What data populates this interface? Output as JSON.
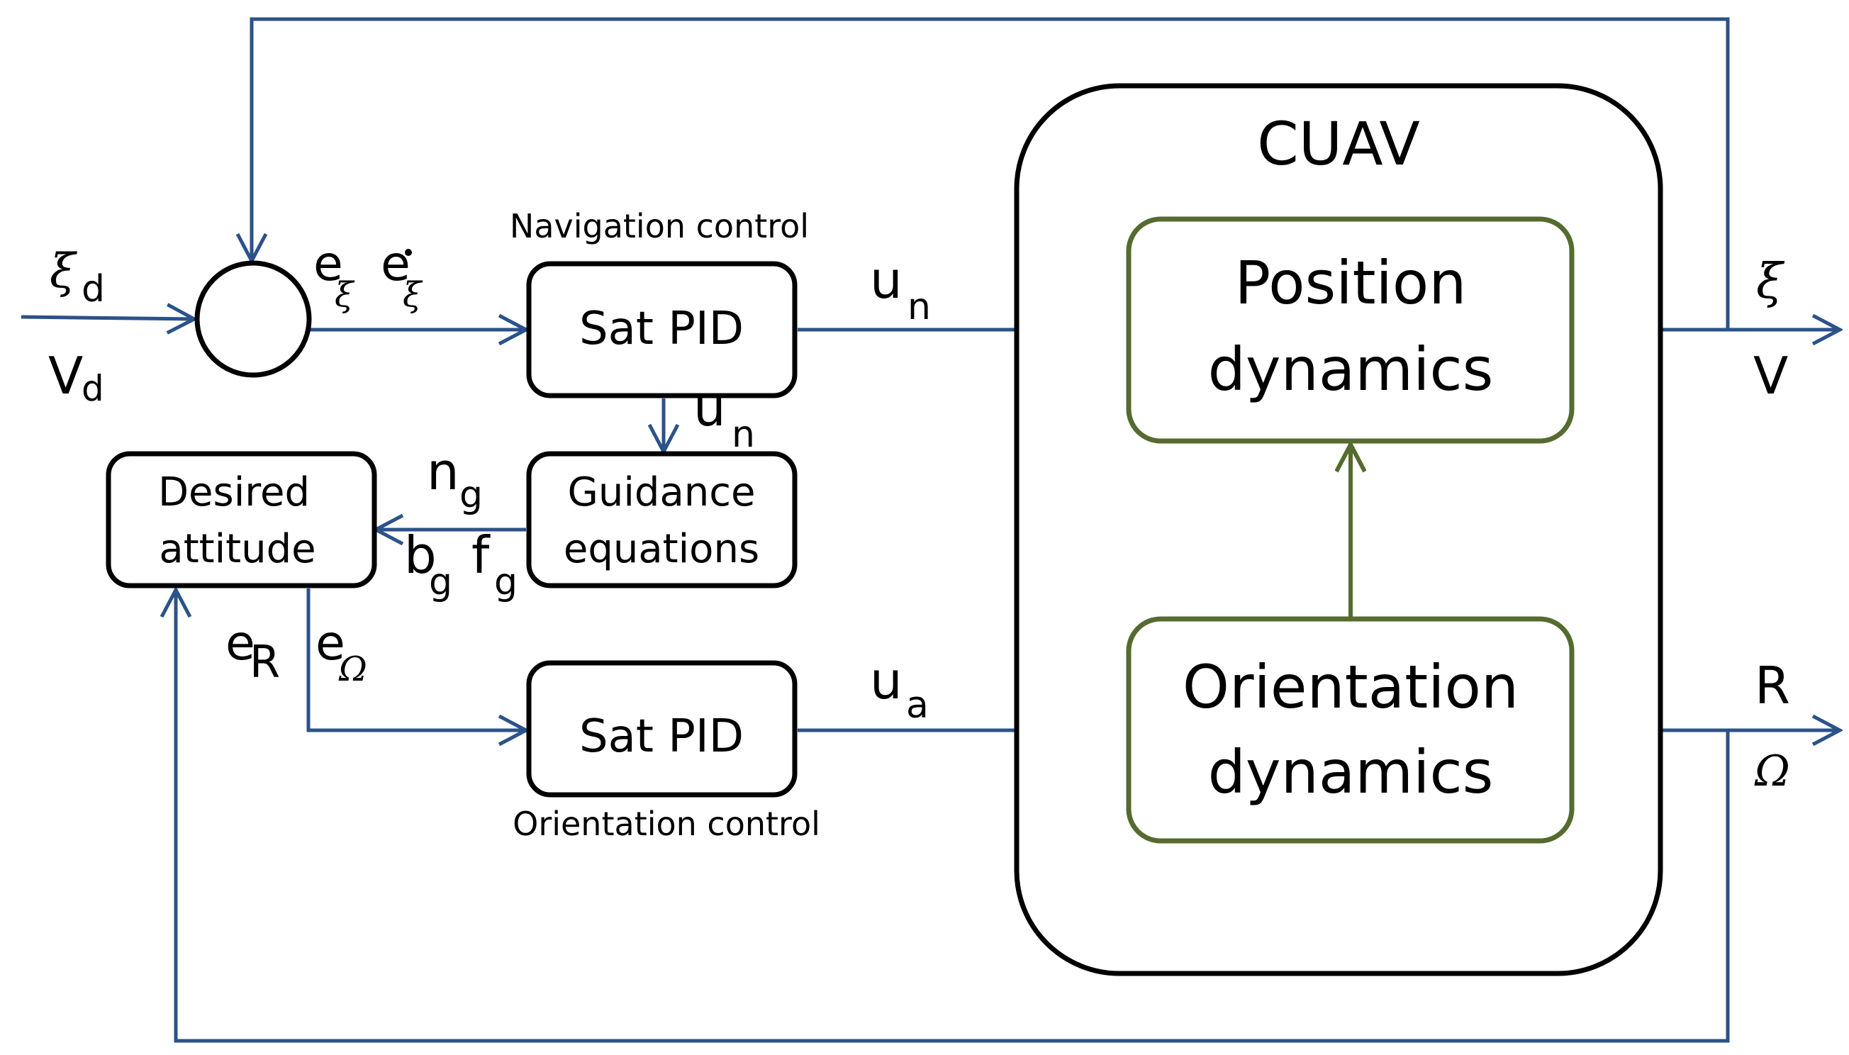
{
  "blocks": {
    "sat_pid_nav": "Sat PID",
    "sat_pid_orient": "Sat PID",
    "nav_control": "Navigation control",
    "orient_control": "Orientation control",
    "guidance_line1": "Guidance",
    "guidance_line2": "equations",
    "desired_line1": "Desired",
    "desired_line2": "attitude",
    "cuav": "CUAV",
    "position_line1": "Position",
    "position_line2": "dynamics",
    "orientation_line1": "Orientation",
    "orientation_line2": "dynamics"
  },
  "signals": {
    "xi_d_main": "ξ",
    "xi_d_sub": "d",
    "v_d_main": "V",
    "v_d_sub": "d",
    "e_xi_main": "e",
    "e_xi_sub": "ξ",
    "e_xi_dot_main": "e",
    "e_xi_dot_sub": "ξ",
    "un_top_main": "u",
    "un_top_sub": "n",
    "un_mid_main": "u",
    "un_mid_sub": "n",
    "ng_main": "n",
    "ng_sub": "g",
    "bg_main": "b",
    "bg_sub": "g",
    "fg_main": "f",
    "fg_sub": "g",
    "eR_main": "e",
    "eR_sub": "R",
    "eOmega_main": "e",
    "eOmega_sub": "Ω",
    "ua_main": "u",
    "ua_sub": "a",
    "xi_out": "ξ",
    "v_out": "V",
    "r_out": "R",
    "omega_out": "Ω"
  },
  "colors": {
    "arrow": "#2b5289",
    "inner_block": "#556b2f",
    "block_border": "#000000"
  }
}
